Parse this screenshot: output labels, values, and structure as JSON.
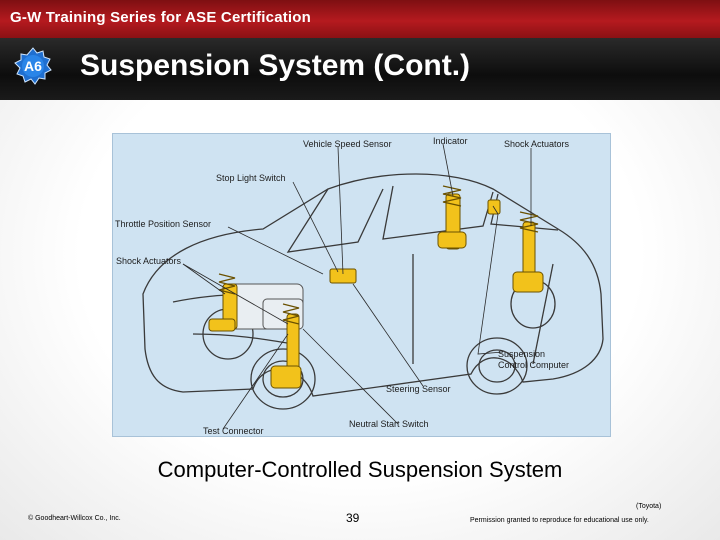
{
  "series_bar": {
    "title": "G-W Training Series for ASE Certification"
  },
  "badge": {
    "label": "A6"
  },
  "slide": {
    "title": "Suspension System (Cont.)"
  },
  "figure": {
    "labels": {
      "vehicle_speed_sensor": "Vehicle Speed Sensor",
      "indicator": "Indicator",
      "shock_actuators_right": "Shock Actuators",
      "stop_light_switch": "Stop Light Switch",
      "throttle_position_sensor": "Throttle Position Sensor",
      "shock_actuators_left": "Shock Actuators",
      "suspension_control_computer_1": "Suspension",
      "suspension_control_computer_2": "Control Computer",
      "steering_sensor": "Steering Sensor",
      "neutral_start_switch": "Neutral Start Switch",
      "test_connector": "Test Connector"
    }
  },
  "caption": "Computer-Controlled Suspension System",
  "footer": {
    "copyright": "© Goodheart-Willcox Co., Inc.",
    "page_number": "39",
    "credit": "(Toyota)",
    "permission": "Permission granted to reproduce for educational use only."
  },
  "colors": {
    "banner": "#b51a1f",
    "header": "#111111",
    "badge": "#1f6fd0",
    "figure_background": "#cfe3f2",
    "components": "#f2c21b"
  }
}
